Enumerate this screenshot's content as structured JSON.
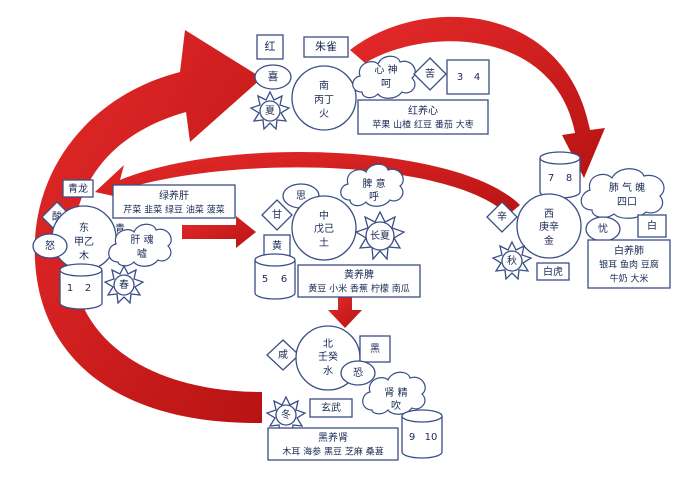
{
  "colors": {
    "arrow": "#dd1b1b",
    "arrow_dark": "#a30f0f",
    "stroke": "#3a4f86",
    "text": "#1a2a55"
  },
  "south": {
    "top1": "红",
    "top2": "朱雀",
    "taste": "苦",
    "emotion": "喜",
    "season": "夏",
    "spirit": "心 神",
    "spirit2": "呵",
    "center1": "南",
    "center2": "丙丁",
    "center3": "火",
    "num1": "3",
    "num2": "4",
    "food_title": "红养心",
    "food_items": "苹果  山楂  红豆  番茄  大枣"
  },
  "east": {
    "animal": "青龙",
    "taste": "酸",
    "emotion": "怒",
    "color": "青",
    "season": "春",
    "spirit": "肝 魂",
    "spirit2": "嘘",
    "center1": "东",
    "center2": "甲乙",
    "center3": "木",
    "num1": "1",
    "num2": "2",
    "food_title": "绿养肝",
    "food_items": "芹菜  韭菜  绿豆  油菜  菠菜"
  },
  "center": {
    "emotion": "思",
    "taste": "甘",
    "color": "黄",
    "season": "长夏",
    "spirit": "脾 意",
    "spirit2": "呼",
    "center1": "中",
    "center2": "戊己",
    "center3": "土",
    "num1": "5",
    "num2": "6",
    "food_title": "黄养脾",
    "food_items": "黄豆  小米  香蕉  柠檬  南瓜"
  },
  "west": {
    "animal": "白虎",
    "taste": "辛",
    "emotion": "忧",
    "color": "白",
    "season": "秋",
    "spirit": "肺 气 魄",
    "spirit2": "四口",
    "center1": "西",
    "center2": "庚辛",
    "center3": "金",
    "num1": "7",
    "num2": "8",
    "food_title": "白养肺",
    "food_items1": "银耳  鱼肉  豆腐",
    "food_items2": "牛奶  大米"
  },
  "north": {
    "animal": "玄武",
    "taste": "咸",
    "emotion": "恐",
    "color": "黑",
    "season": "冬",
    "spirit": "肾 精",
    "spirit2": "吹",
    "center1": "北",
    "center2": "壬癸",
    "center3": "水",
    "num1": "9",
    "num2": "10",
    "food_title": "黑养肾",
    "food_items": "木耳  海参  黑豆  芝麻  桑葚"
  }
}
